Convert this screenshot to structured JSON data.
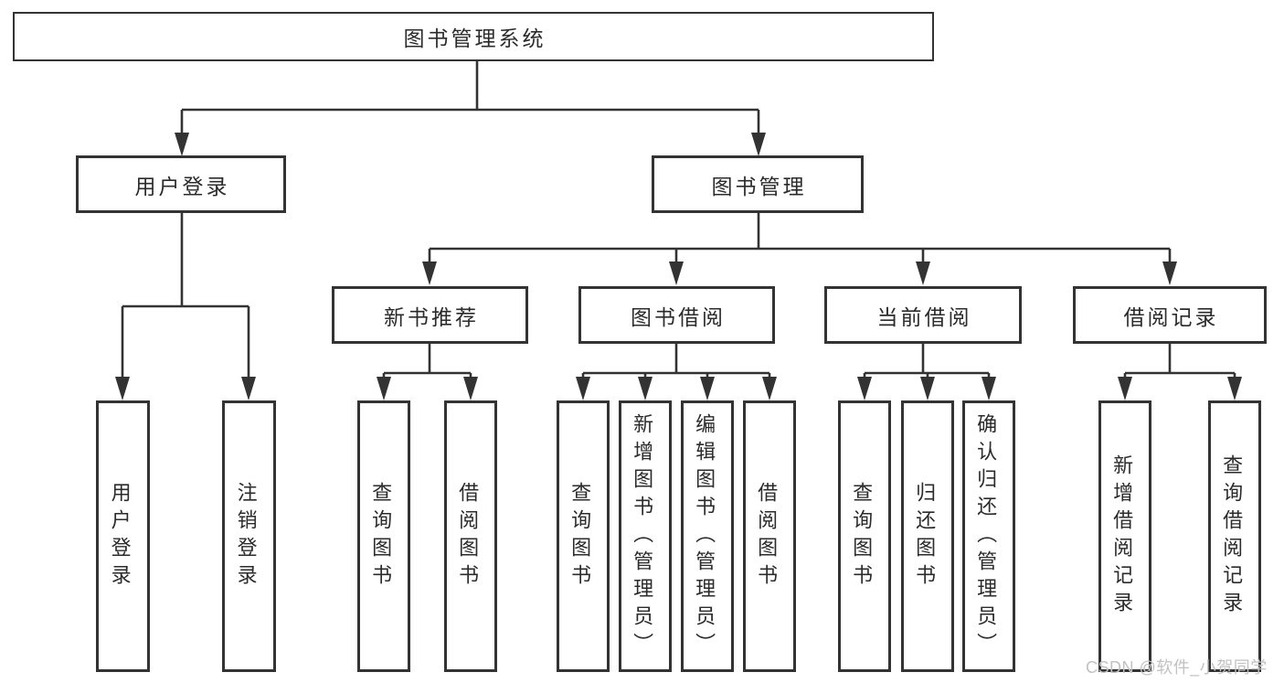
{
  "colors": {
    "line": "#333333",
    "text": "#2b2b2b",
    "watermark": "#c2c2c2",
    "background": "#ffffff"
  },
  "diagram": {
    "root": {
      "label": "图书管理系统"
    },
    "level2": [
      {
        "label": "用户登录"
      },
      {
        "label": "图书管理"
      }
    ],
    "level3": [
      {
        "label": "新书推荐"
      },
      {
        "label": "图书借阅"
      },
      {
        "label": "当前借阅"
      },
      {
        "label": "借阅记录"
      }
    ],
    "leaves": [
      {
        "label": "用户登录"
      },
      {
        "label": "注销登录"
      },
      {
        "label": "查询图书"
      },
      {
        "label": "借阅图书"
      },
      {
        "label": "查询图书"
      },
      {
        "label": "新增图书（管理员）"
      },
      {
        "label": "编辑图书（管理员）"
      },
      {
        "label": "借阅图书"
      },
      {
        "label": "查询图书"
      },
      {
        "label": "归还图书"
      },
      {
        "label": "确认归还（管理员）"
      },
      {
        "label": "新增借阅记录"
      },
      {
        "label": "查询借阅记录"
      }
    ]
  },
  "watermark": {
    "text": "CSDN @软件_小贺同学"
  }
}
